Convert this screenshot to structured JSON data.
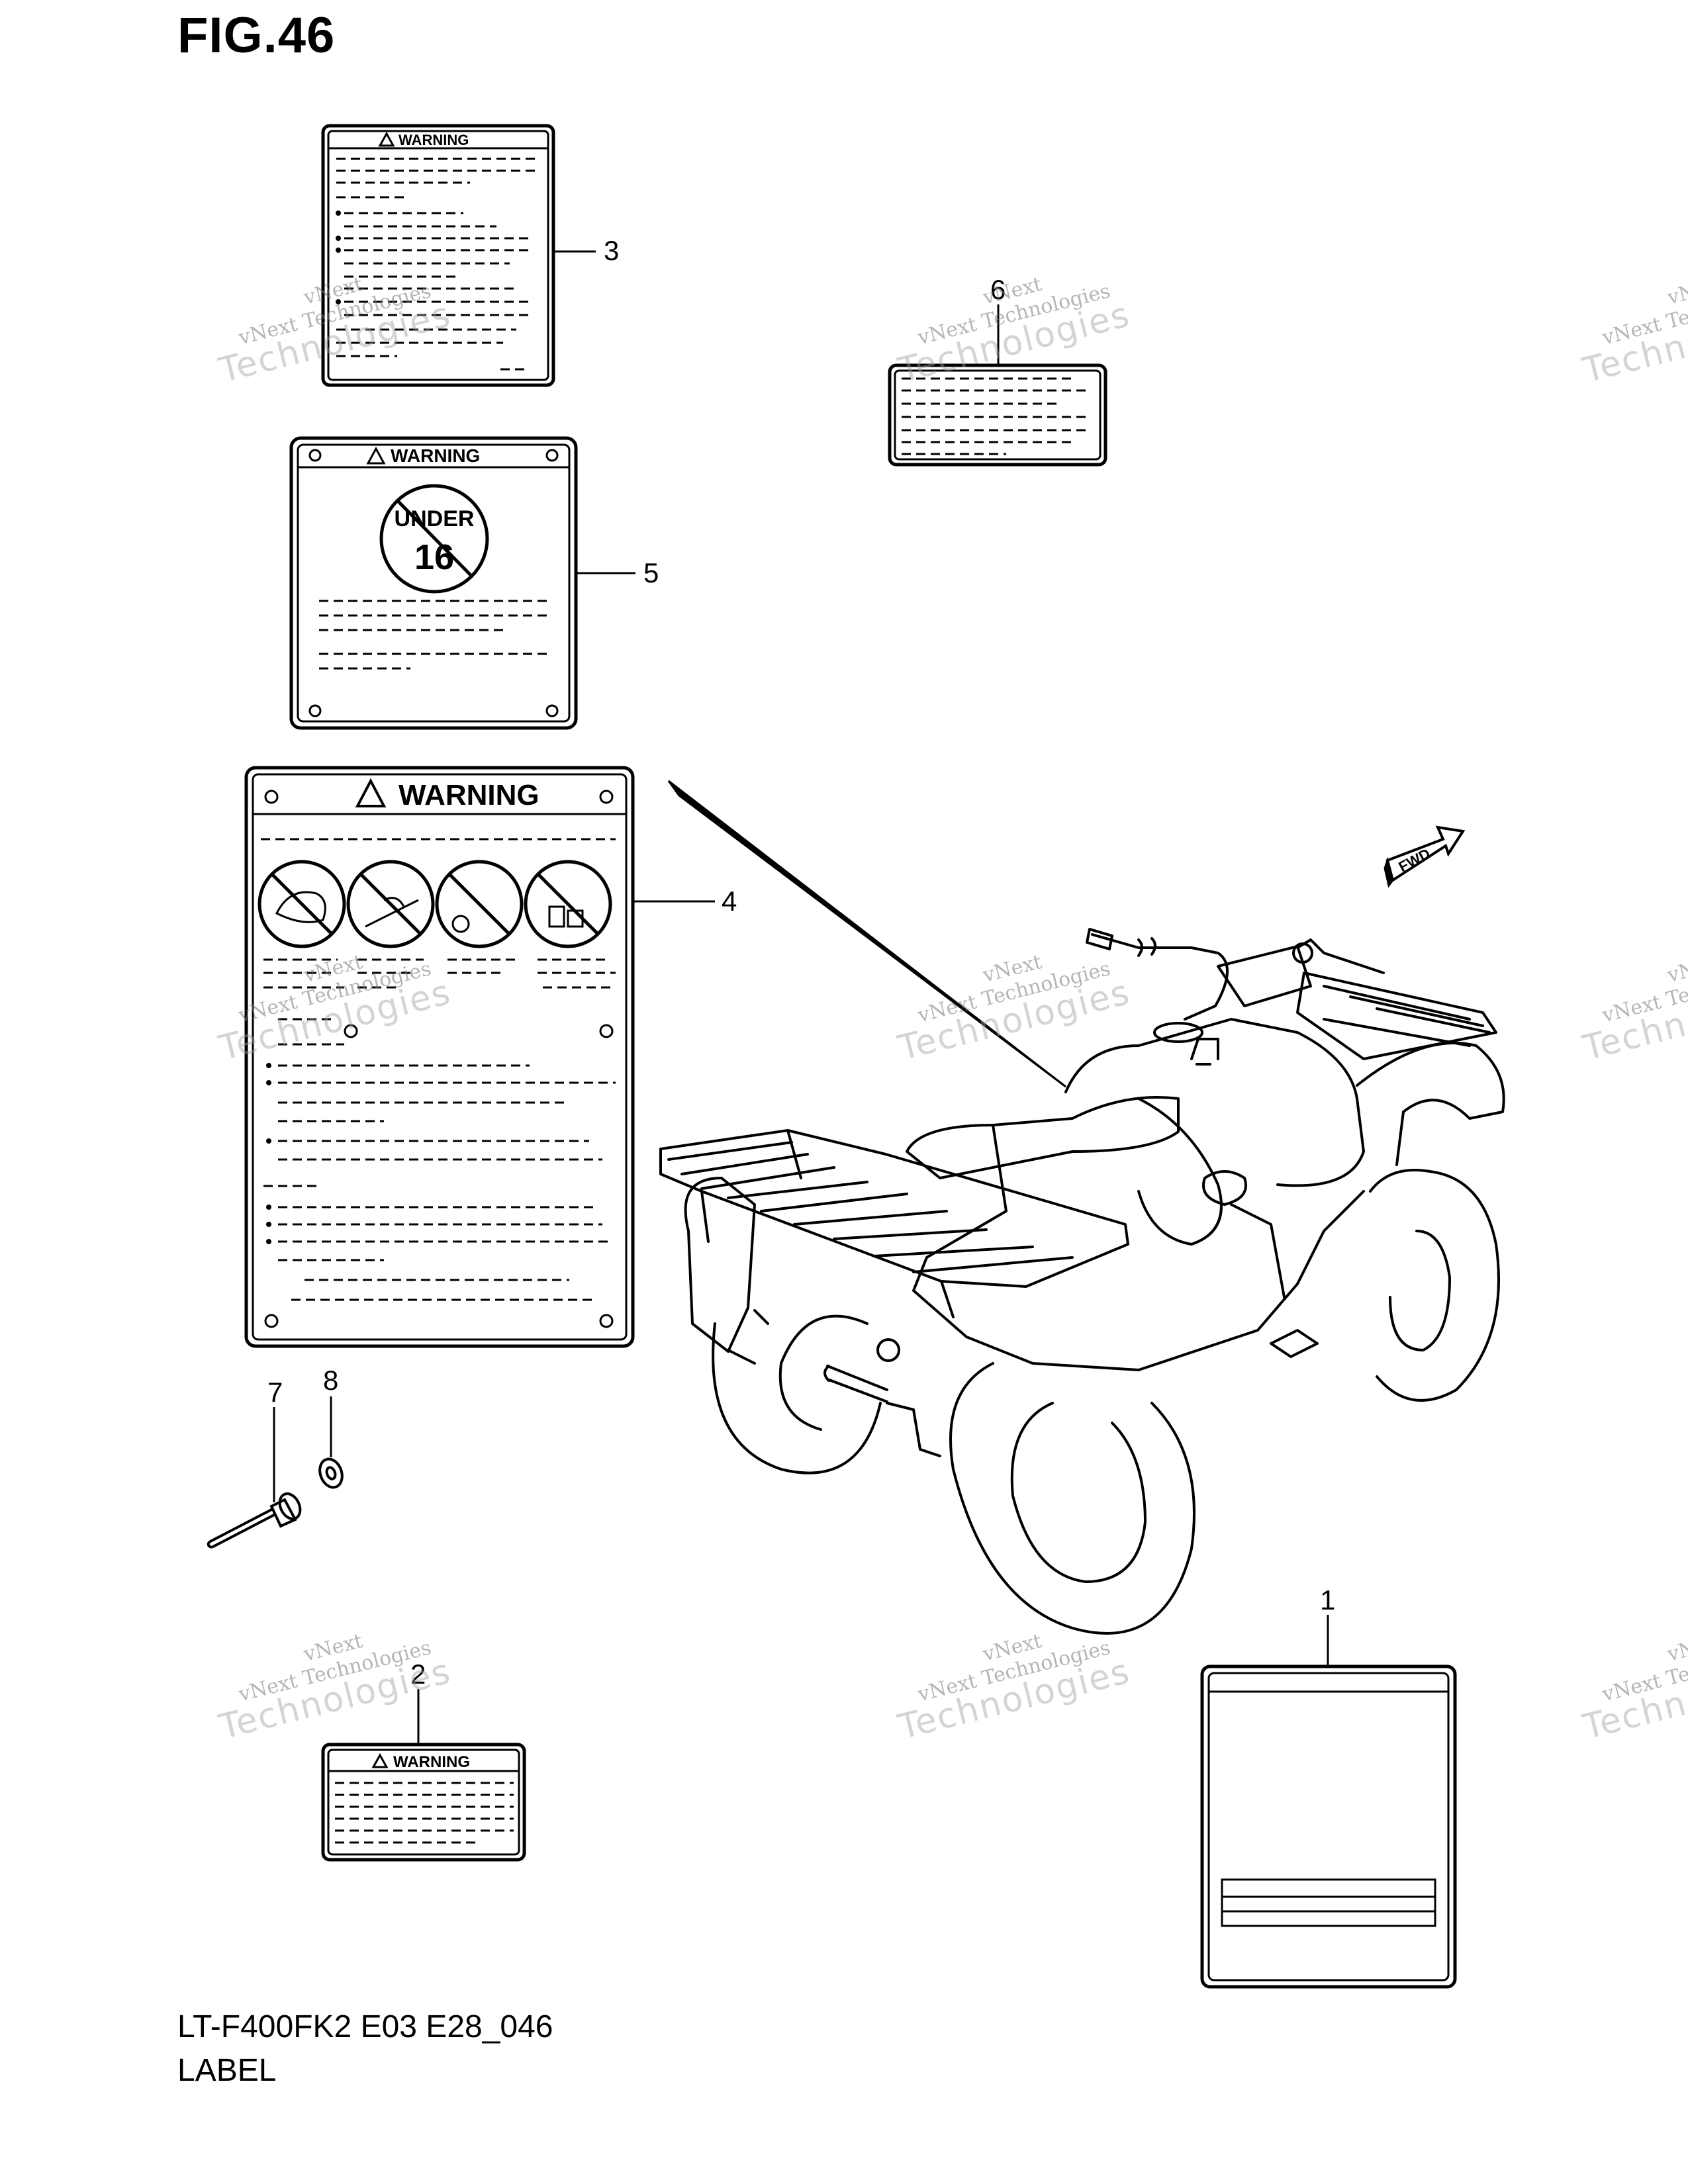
{
  "figure": {
    "title": "FIG.46",
    "model_code": "LT-F400FK2 E03 E28_046",
    "name": "LABEL"
  },
  "labels": {
    "warning": "WARNING",
    "under16_top": "UNDER",
    "under16_num": "16",
    "fwd": "FWD"
  },
  "callouts": [
    "1",
    "2",
    "3",
    "4",
    "5",
    "6",
    "7",
    "8"
  ],
  "watermark": {
    "line1": "vNext",
    "line2": "vNext Technologies",
    "line3": "Technologies"
  },
  "colors": {
    "line": "#000000",
    "watermark": "#8c8c8c"
  }
}
